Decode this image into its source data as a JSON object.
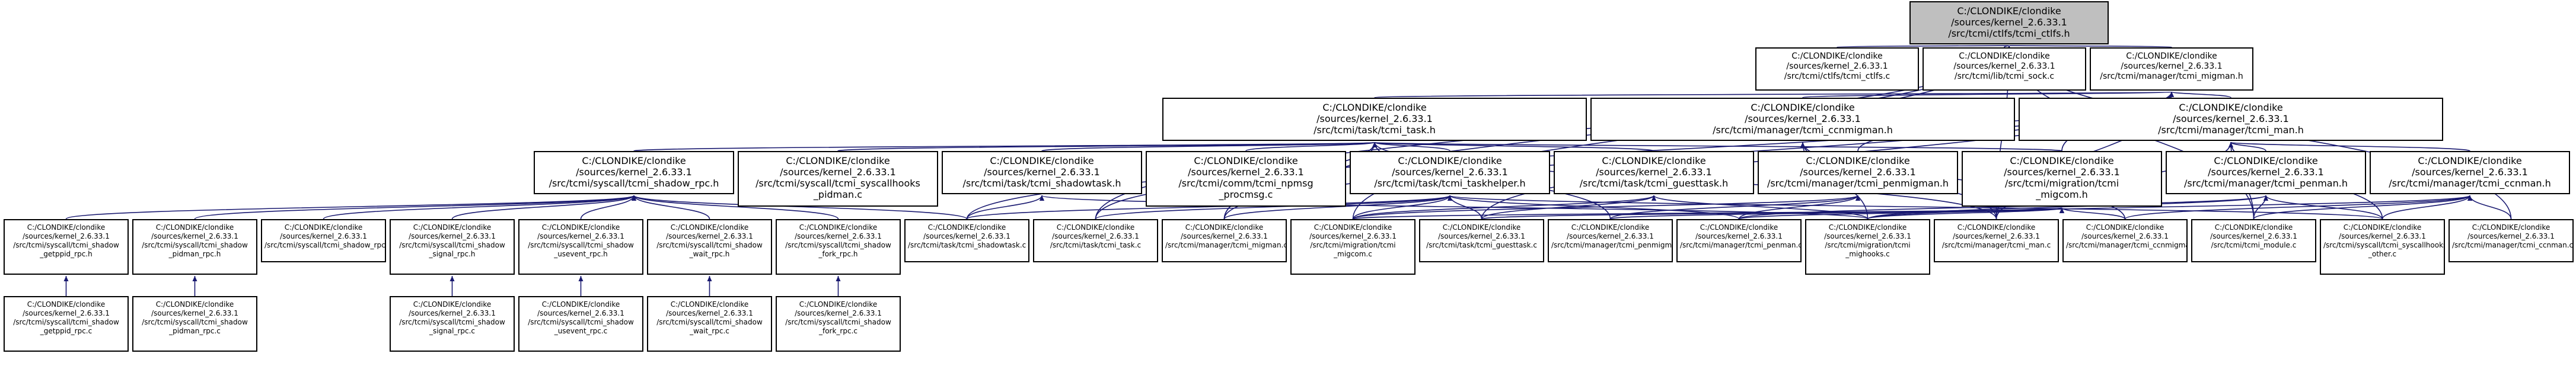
{
  "graph": {
    "nodes": [
      {
        "id": "cmi_ctfs_h",
        "label": "C:/CLONDIKE/clondike\n/sources/kernel_2.6.33.1\n/src/tcmi/ctlfs/tcmi_ctlfs.h",
        "focus": true
      },
      {
        "id": "cmi_ctlfs_c",
        "label": "C:/CLONDIKE/clondike\n/sources/kernel_2.6.33.1\n/src/tcmi/ctlfs/tcmi_ctlfs.c"
      },
      {
        "id": "sock_c",
        "label": "C:/CLONDIKE/clondike\n/sources/kernel_2.6.33.1\n/src/tcmi/lib/tcmi_sock.c"
      },
      {
        "id": "migman_h",
        "label": "C:/CLONDIKE/clondike\n/sources/kernel_2.6.33.1\n/src/tcmi/manager/tcmi_migman.h"
      },
      {
        "id": "task_h",
        "label": "C:/CLONDIKE/clondike\n/sources/kernel_2.6.33.1\n/src/tcmi/task/tcmi_task.h"
      },
      {
        "id": "ccnmigman_h",
        "label": "C:/CLONDIKE/clondike\n/sources/kernel_2.6.33.1\n/src/tcmi/manager/tcmi_ccnmigman.h"
      },
      {
        "id": "man_h",
        "label": "C:/CLONDIKE/clondike\n/sources/kernel_2.6.33.1\n/src/tcmi/manager/tcmi_man.h"
      },
      {
        "id": "shadow_rpc_h",
        "label": "C:/CLONDIKE/clondike\n/sources/kernel_2.6.33.1\n/src/tcmi/syscall/tcmi_shadow_rpc.h"
      },
      {
        "id": "syscallhooks_pidman_c",
        "label": "C:/CLONDIKE/clondike\n/sources/kernel_2.6.33.1\n/src/tcmi/syscall/tcmi_syscallhooks\n_pidman.c"
      },
      {
        "id": "shadowtask_h",
        "label": "C:/CLONDIKE/clondike\n/sources/kernel_2.6.33.1\n/src/tcmi/task/tcmi_shadowtask.h"
      },
      {
        "id": "npmsg_c",
        "label": "C:/CLONDIKE/clondike\n/sources/kernel_2.6.33.1\n/src/tcmi/comm/tcmi_npmsg\n_procmsg.c"
      },
      {
        "id": "taskhelper_h",
        "label": "C:/CLONDIKE/clondike\n/sources/kernel_2.6.33.1\n/src/tcmi/task/tcmi_taskhelper.h"
      },
      {
        "id": "guesttask_h",
        "label": "C:/CLONDIKE/clondike\n/sources/kernel_2.6.33.1\n/src/tcmi/task/tcmi_guesttask.h"
      },
      {
        "id": "penmigman_h",
        "label": "C:/CLONDIKE/clondike\n/sources/kernel_2.6.33.1\n/src/tcmi/manager/tcmi_penmigman.h"
      },
      {
        "id": "migcom_h",
        "label": "C:/CLONDIKE/clondike\n/sources/kernel_2.6.33.1\n/src/tcmi/migration/tcmi\n_migcom.h"
      },
      {
        "id": "man_c",
        "label": "C:/CLONDIKE/clondike\n/sources/kernel_2.6.33.1\n/src/tcmi/manager/tcmi_man.c"
      },
      {
        "id": "penman_h",
        "label": "C:/CLONDIKE/clondike\n/sources/kernel_2.6.33.1\n/src/tcmi/manager/tcmi_penman.h"
      },
      {
        "id": "ccnman_h",
        "label": "C:/CLONDIKE/clondike\n/sources/kernel_2.6.33.1\n/src/tcmi/manager/tcmi_ccnman.h"
      },
      {
        "id": "shadow_getppid_h",
        "label": "C:/CLONDIKE/clondike\n/sources/kernel_2.6.33.1\n/src/tcmi/syscall/tcmi_shadow\n_getppid_rpc.h"
      },
      {
        "id": "shadow_pidman_h",
        "label": "C:/CLONDIKE/clondike\n/sources/kernel_2.6.33.1\n/src/tcmi/syscall/tcmi_shadow\n_pidman_rpc.h"
      },
      {
        "id": "shadow_rpc_c",
        "label": "C:/CLONDIKE/clondike\n/sources/kernel_2.6.33.1\n/src/tcmi/syscall/tcmi_shadow_rpc.c"
      },
      {
        "id": "shadow_signal_h",
        "label": "C:/CLONDIKE/clondike\n/sources/kernel_2.6.33.1\n/src/tcmi/syscall/tcmi_shadow\n_signal_rpc.h"
      },
      {
        "id": "shadow_usevent_h",
        "label": "C:/CLONDIKE/clondike\n/sources/kernel_2.6.33.1\n/src/tcmi/syscall/tcmi_shadow\n_usevent_rpc.h"
      },
      {
        "id": "shadow_wait_h",
        "label": "C:/CLONDIKE/clondike\n/sources/kernel_2.6.33.1\n/src/tcmi/syscall/tcmi_shadow\n_wait_rpc.h"
      },
      {
        "id": "shadow_fork_h",
        "label": "C:/CLONDIKE/clondike\n/sources/kernel_2.6.33.1\n/src/tcmi/syscall/tcmi_shadow\n_fork_rpc.h"
      },
      {
        "id": "shadowtask_c",
        "label": "C:/CLONDIKE/clondike\n/sources/kernel_2.6.33.1\n/src/tcmi/task/tcmi_shadowtask.c"
      },
      {
        "id": "task_c",
        "label": "C:/CLONDIKE/clondike\n/sources/kernel_2.6.33.1\n/src/tcmi/task/tcmi_task.c"
      },
      {
        "id": "migman_c",
        "label": "C:/CLONDIKE/clondike\n/sources/kernel_2.6.33.1\n/src/tcmi/manager/tcmi_migman.c"
      },
      {
        "id": "migcom_c",
        "label": "C:/CLONDIKE/clondike\n/sources/kernel_2.6.33.1\n/src/tcmi/migration/tcmi\n_migcom.c"
      },
      {
        "id": "guesttask_c",
        "label": "C:/CLONDIKE/clondike\n/sources/kernel_2.6.33.1\n/src/tcmi/task/tcmi_guesttask.c"
      },
      {
        "id": "penmigman_c",
        "label": "C:/CLONDIKE/clondike\n/sources/kernel_2.6.33.1\n/src/tcmi/manager/tcmi_penmigman.c"
      },
      {
        "id": "penman_c",
        "label": "C:/CLONDIKE/clondike\n/sources/kernel_2.6.33.1\n/src/tcmi/manager/tcmi_penman.c"
      },
      {
        "id": "mighooks_c",
        "label": "C:/CLONDIKE/clondike\n/sources/kernel_2.6.33.1\n/src/tcmi/migration/tcmi\n_mighooks.c"
      },
      {
        "id": "ccnmigman_c",
        "label": "C:/CLONDIKE/clondike\n/sources/kernel_2.6.33.1\n/src/tcmi/manager/tcmi_ccnmigman.c"
      },
      {
        "id": "module_c",
        "label": "C:/CLONDIKE/clondike\n/sources/kernel_2.6.33.1\n/src/tcmi/tcmi_module.c"
      },
      {
        "id": "syscallhooks_other_c",
        "label": "C:/CLONDIKE/clondike\n/sources/kernel_2.6.33.1\n/src/tcmi/syscall/tcmi_syscallhooks\n_other.c"
      },
      {
        "id": "ccnman_c",
        "label": "C:/CLONDIKE/clondike\n/sources/kernel_2.6.33.1\n/src/tcmi/manager/tcmi_ccnman.c"
      },
      {
        "id": "shadow_getppid_c",
        "label": "C:/CLONDIKE/clondike\n/sources/kernel_2.6.33.1\n/src/tcmi/syscall/tcmi_shadow\n_getppid_rpc.c"
      },
      {
        "id": "shadow_pidman_c",
        "label": "C:/CLONDIKE/clondike\n/sources/kernel_2.6.33.1\n/src/tcmi/syscall/tcmi_shadow\n_pidman_rpc.c"
      },
      {
        "id": "shadow_signal_c",
        "label": "C:/CLONDIKE/clondike\n/sources/kernel_2.6.33.1\n/src/tcmi/syscall/tcmi_shadow\n_signal_rpc.c"
      },
      {
        "id": "shadow_usevent_c",
        "label": "C:/CLONDIKE/clondike\n/sources/kernel_2.6.33.1\n/src/tcmi/syscall/tcmi_shadow\n_usevent_rpc.c"
      },
      {
        "id": "shadow_wait_c",
        "label": "C:/CLONDIKE/clondike\n/sources/kernel_2.6.33.1\n/src/tcmi/syscall/tcmi_shadow\n_wait_rpc.c"
      },
      {
        "id": "shadow_fork_c",
        "label": "C:/CLONDIKE/clondike\n/sources/kernel_2.6.33.1\n/src/tcmi/syscall/tcmi_shadow\n_fork_rpc.c"
      }
    ],
    "edges": [
      [
        "cmi_ctfs_h",
        "cmi_ctlfs_c"
      ],
      [
        "cmi_ctfs_h",
        "sock_c"
      ],
      [
        "cmi_ctfs_h",
        "migman_h"
      ],
      [
        "cmi_ctfs_h",
        "man_c"
      ],
      [
        "cmi_ctfs_h",
        "migcom_c"
      ],
      [
        "cmi_ctfs_h",
        "migman_c"
      ],
      [
        "cmi_ctfs_h",
        "module_c"
      ],
      [
        "cmi_ctfs_h",
        "ccnman_c"
      ],
      [
        "cmi_ctfs_h",
        "task_c"
      ],
      [
        "migman_h",
        "task_h"
      ],
      [
        "migman_h",
        "ccnmigman_h"
      ],
      [
        "migman_h",
        "man_h"
      ],
      [
        "migman_h",
        "penmigman_h"
      ],
      [
        "migman_h",
        "migcom_h"
      ],
      [
        "migman_h",
        "migman_c"
      ],
      [
        "migman_h",
        "guesttask_c"
      ],
      [
        "migman_h",
        "man_c"
      ],
      [
        "migman_h",
        "shadowtask_c"
      ],
      [
        "task_h",
        "shadow_rpc_h"
      ],
      [
        "task_h",
        "syscallhooks_pidman_c"
      ],
      [
        "task_h",
        "shadowtask_h"
      ],
      [
        "task_h",
        "npmsg_c"
      ],
      [
        "task_h",
        "taskhelper_h"
      ],
      [
        "task_h",
        "guesttask_h"
      ],
      [
        "task_h",
        "migcom_h"
      ],
      [
        "task_h",
        "man_c"
      ],
      [
        "task_h",
        "task_c"
      ],
      [
        "task_h",
        "penmigman_c"
      ],
      [
        "task_h",
        "migman_c"
      ],
      [
        "ccnmigman_h",
        "man_c"
      ],
      [
        "ccnmigman_h",
        "ccnmigman_c"
      ],
      [
        "ccnmigman_h",
        "mighooks_c"
      ],
      [
        "man_h",
        "man_c"
      ],
      [
        "man_h",
        "penman_h"
      ],
      [
        "man_h",
        "ccnman_h"
      ],
      [
        "man_h",
        "module_c"
      ],
      [
        "man_h",
        "syscallhooks_other_c"
      ],
      [
        "shadow_rpc_h",
        "shadow_getppid_h"
      ],
      [
        "shadow_rpc_h",
        "shadow_pidman_h"
      ],
      [
        "shadow_rpc_h",
        "shadow_rpc_c"
      ],
      [
        "shadow_rpc_h",
        "shadow_signal_h"
      ],
      [
        "shadow_rpc_h",
        "shadow_usevent_h"
      ],
      [
        "shadow_rpc_h",
        "shadow_wait_h"
      ],
      [
        "shadow_rpc_h",
        "shadow_fork_h"
      ],
      [
        "shadow_rpc_h",
        "shadowtask_c"
      ],
      [
        "shadowtask_h",
        "shadowtask_c"
      ],
      [
        "shadowtask_h",
        "mighooks_c"
      ],
      [
        "taskhelper_h",
        "shadowtask_c"
      ],
      [
        "taskhelper_h",
        "task_c"
      ],
      [
        "taskhelper_h",
        "migman_c"
      ],
      [
        "taskhelper_h",
        "migcom_c"
      ],
      [
        "taskhelper_h",
        "guesttask_c"
      ],
      [
        "taskhelper_h",
        "penman_c"
      ],
      [
        "taskhelper_h",
        "syscallhooks_other_c"
      ],
      [
        "guesttask_h",
        "guesttask_c"
      ],
      [
        "guesttask_h",
        "migcom_c"
      ],
      [
        "guesttask_h",
        "mighooks_c"
      ],
      [
        "penmigman_h",
        "penmigman_c"
      ],
      [
        "penmigman_h",
        "penman_c"
      ],
      [
        "penmigman_h",
        "migcom_c"
      ],
      [
        "migcom_h",
        "migcom_c"
      ],
      [
        "migcom_h",
        "mighooks_c"
      ],
      [
        "migcom_h",
        "penmigman_c"
      ],
      [
        "migcom_h",
        "ccnmigman_c"
      ],
      [
        "migcom_h",
        "guesttask_c"
      ],
      [
        "migcom_h",
        "penman_c"
      ],
      [
        "penman_h",
        "penman_c"
      ],
      [
        "penman_h",
        "module_c"
      ],
      [
        "penman_h",
        "mighooks_c"
      ],
      [
        "penman_h",
        "syscallhooks_other_c"
      ],
      [
        "ccnman_h",
        "ccnman_c"
      ],
      [
        "ccnman_h",
        "module_c"
      ],
      [
        "ccnman_h",
        "mighooks_c"
      ],
      [
        "ccnman_h",
        "syscallhooks_other_c"
      ],
      [
        "ccnman_h",
        "ccnmigman_c"
      ],
      [
        "shadow_getppid_h",
        "shadow_getppid_c"
      ],
      [
        "shadow_pidman_h",
        "shadow_pidman_c"
      ],
      [
        "shadow_signal_h",
        "shadow_signal_c"
      ],
      [
        "shadow_usevent_h",
        "shadow_usevent_c"
      ],
      [
        "shadow_wait_h",
        "shadow_wait_c"
      ],
      [
        "shadow_fork_h",
        "shadow_fork_c"
      ]
    ]
  }
}
